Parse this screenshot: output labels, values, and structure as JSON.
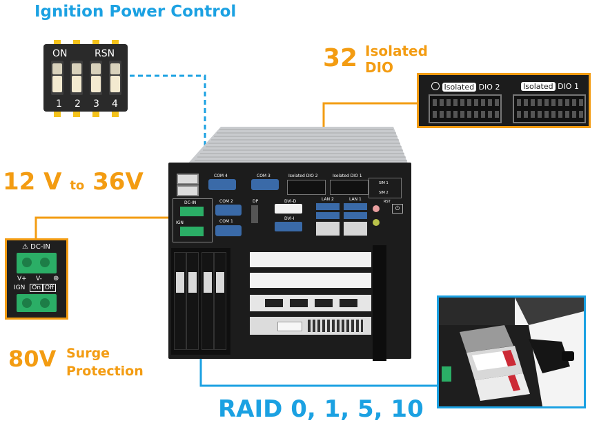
{
  "colors": {
    "blue": "#1ba1e2",
    "orange": "#f39c12",
    "chassis": "#1c1c1c",
    "heatsink": "#c9cbce"
  },
  "ignition": {
    "title": "Ignition Power Control",
    "switch_on": "ON",
    "switch_rsn": "RSN",
    "switch_numbers": [
      "1",
      "2",
      "3",
      "4"
    ]
  },
  "dio": {
    "count": "32",
    "label_line1": "Isolated",
    "label_line2": "DIO",
    "panel_tag": "Isolated",
    "port2": "DIO 2",
    "port1": "DIO 1"
  },
  "power": {
    "v_low": "12 V",
    "to": "to",
    "v_high": "36V",
    "dc_in": "DC-IN",
    "v_plus": "V+",
    "v_minus": "V-",
    "ign": "IGN",
    "on": "On",
    "off": "Off"
  },
  "surge": {
    "value": "80V",
    "line1": "Surge",
    "line2": "Protection"
  },
  "raid": {
    "label": "RAID 0, 1, 5, 10"
  },
  "device_ports": {
    "com4": "COM 4",
    "com3": "COM 3",
    "com2": "COM 2",
    "com1": "COM 1",
    "dp": "DP",
    "dvi_d": "DVI-D",
    "dvi_i": "DVI-I",
    "lan2": "LAN 2",
    "lan1": "LAN 1",
    "dio2": "DIO 2",
    "dio1": "DIO 1",
    "isolated": "Isolated",
    "sim1": "SIM 1",
    "sim2": "SIM 2",
    "rst": "RST",
    "dc_in": "DC-IN",
    "ign": "IGN"
  }
}
